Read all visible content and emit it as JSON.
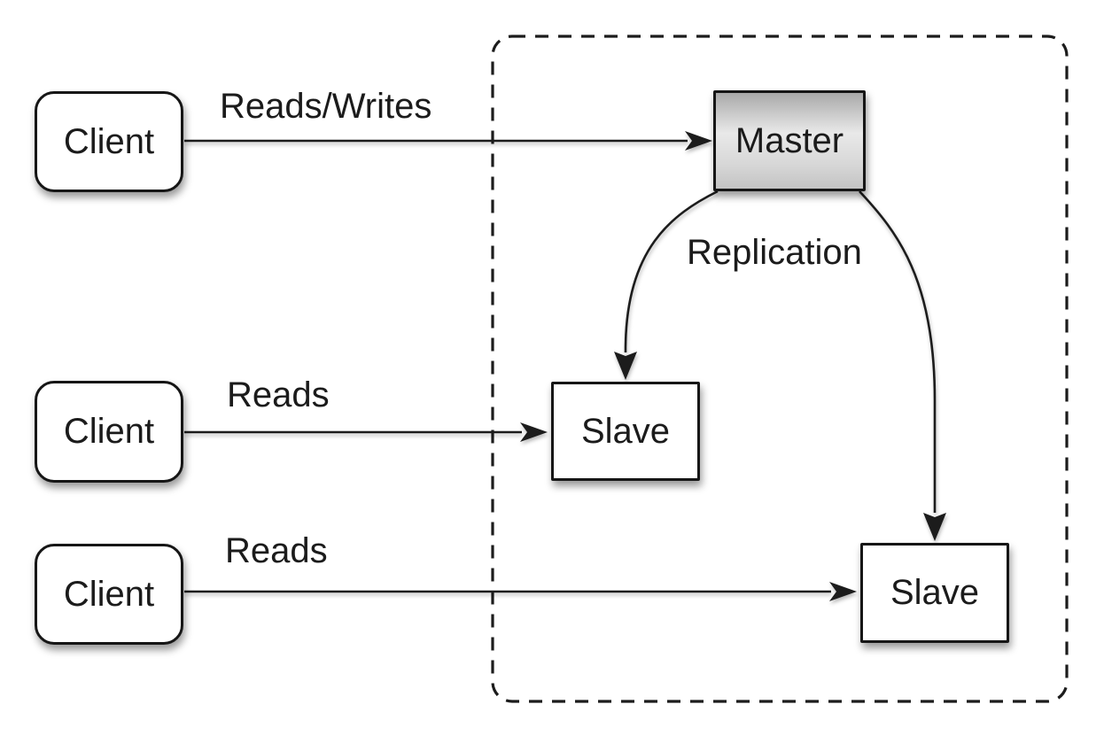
{
  "diagram": {
    "title_hint": "Master-slave database replication diagram",
    "nodes": {
      "client1": {
        "label": "Client"
      },
      "client2": {
        "label": "Client"
      },
      "client3": {
        "label": "Client"
      },
      "master": {
        "label": "Master"
      },
      "slave1": {
        "label": "Slave"
      },
      "slave2": {
        "label": "Slave"
      }
    },
    "edges": {
      "reads_writes": {
        "label": "Reads/Writes"
      },
      "reads2": {
        "label": "Reads"
      },
      "reads3": {
        "label": "Reads"
      },
      "replication": {
        "label": "Replication"
      }
    },
    "colors": {
      "line": "#1c1c1c",
      "node_border": "#161616",
      "node_fill": "#ffffff",
      "master_gradient_top": "#a9a9a9",
      "master_gradient_mid": "#e9e9e9",
      "master_gradient_bottom": "#c3c3c3",
      "background": "#ffffff"
    }
  }
}
